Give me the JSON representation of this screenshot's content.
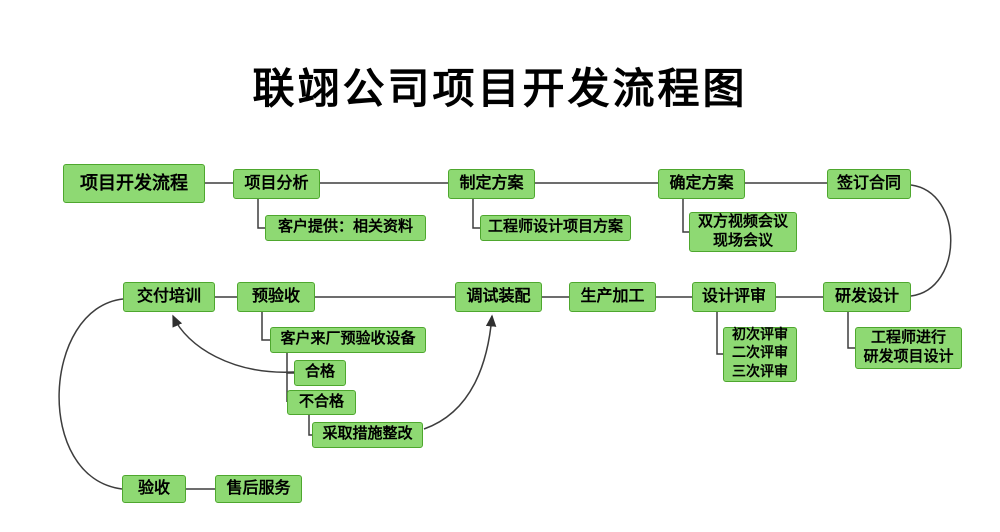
{
  "title": "联翊公司项目开发流程图",
  "colors": {
    "node_fill": "#8ED973",
    "node_border": "#4EA72E",
    "connector": "#3d3d3d",
    "text": "#000000"
  },
  "nodes": {
    "start": "项目开发流程",
    "analysis": "项目分析",
    "make_plan": "制定方案",
    "confirm_plan": "确定方案",
    "sign_contract": "签订合同",
    "client_materials": "客户提供：相关资料",
    "engineer_plan": "工程师设计项目方案",
    "video_meeting": "双方视频会议\n现场会议",
    "delivery_training": "交付培训",
    "pre_acceptance": "预验收",
    "debug_assembly": "调试装配",
    "production": "生产加工",
    "design_review": "设计评审",
    "rd_design": "研发设计",
    "client_factory_check": "客户来厂预验收设备",
    "qualified": "合格",
    "unqualified": "不合格",
    "corrective_action": "采取措施整改",
    "review_rounds": "初次评审\n二次评审\n三次评审",
    "engineer_rd": "工程师进行\n研发项目设计",
    "acceptance": "验收",
    "after_sales": "售后服务"
  }
}
